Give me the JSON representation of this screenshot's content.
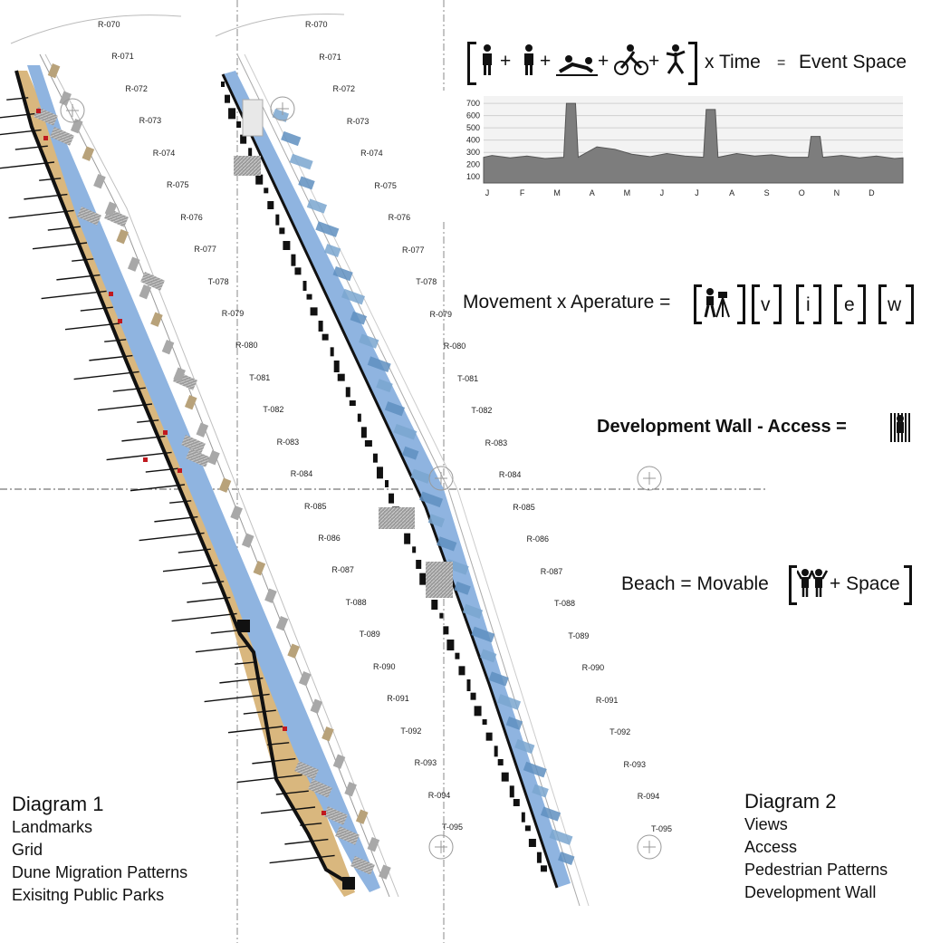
{
  "diagram1": {
    "title": "Diagram 1",
    "items": [
      "Landmarks",
      "Grid",
      "Dune Migration Patterns",
      "Exisitng Public Parks"
    ]
  },
  "diagram2": {
    "title": "Diagram 2",
    "items": [
      "Views",
      "Access",
      "Pedestrian Patterns",
      "Development Wall"
    ]
  },
  "grid_labels": [
    "R-070",
    "R-071",
    "R-072",
    "R-073",
    "R-074",
    "R-075",
    "R-076",
    "R-077",
    "T-078",
    "R-079",
    "R-080",
    "T-081",
    "T-082",
    "R-083",
    "R-084",
    "R-085",
    "R-086",
    "R-087",
    "T-088",
    "T-089",
    "R-090",
    "R-091",
    "T-092",
    "R-093",
    "R-094",
    "T-095"
  ],
  "equations": {
    "event_space": {
      "times": "x Time",
      "equals": "=",
      "result": "Event Space",
      "plus": "+"
    },
    "movement": {
      "lhs": "Movement x Aperature =",
      "letters": [
        "v",
        "i",
        "e",
        "w"
      ]
    },
    "development": {
      "text": "Development Wall - Access ="
    },
    "beach": {
      "lhs": "Beach = Movable",
      "rhs": "+ Space"
    }
  },
  "chart_data": {
    "type": "area",
    "categories": [
      "J",
      "F",
      "M",
      "A",
      "M",
      "J",
      "J",
      "A",
      "S",
      "O",
      "N",
      "D"
    ],
    "yticks": [
      100,
      200,
      300,
      400,
      500,
      600,
      700
    ],
    "ylim": [
      50,
      760
    ],
    "values": [
      260,
      255,
      700,
      330,
      270,
      275,
      650,
      275,
      265,
      430,
      260,
      255
    ],
    "grid": true
  },
  "colors": {
    "sand": "#d9b77e",
    "water": "#8fb4e0",
    "dark": "#111111",
    "landmark": "#c0191f"
  }
}
